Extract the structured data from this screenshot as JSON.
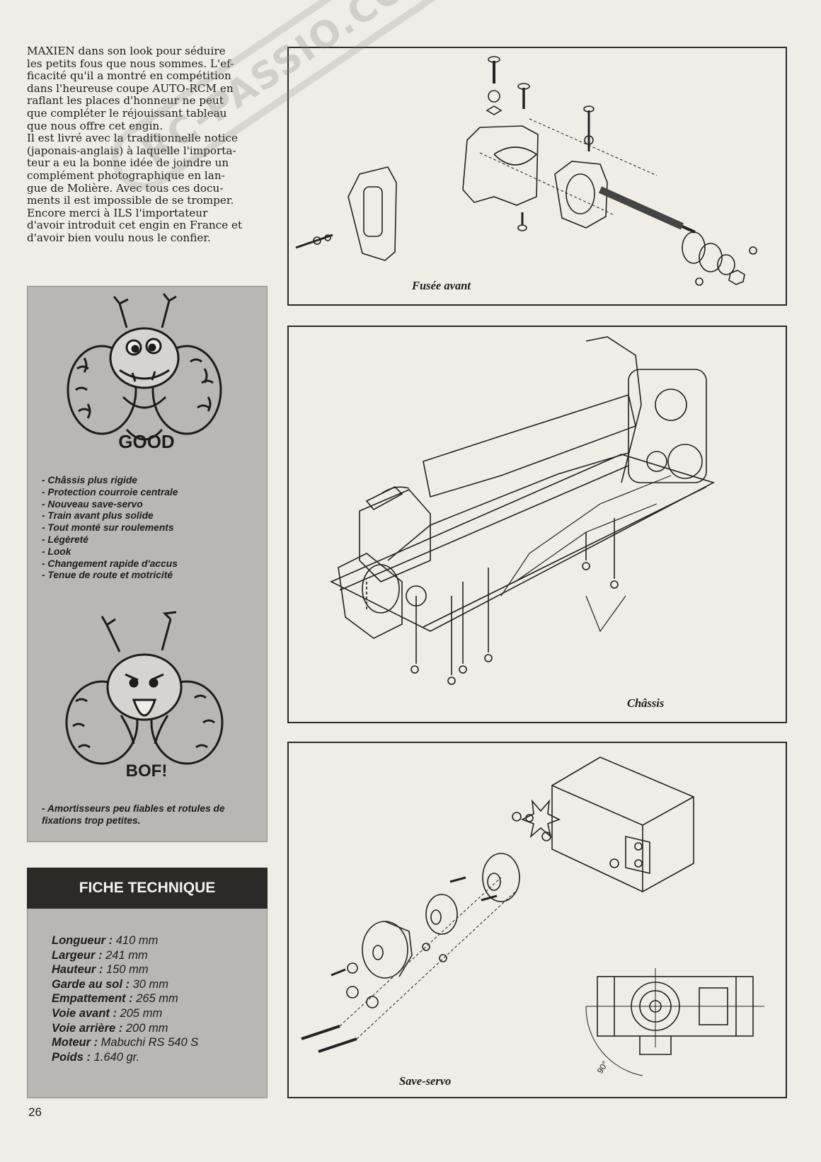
{
  "article": {
    "lines": [
      "MAXIEN dans son look pour séduire",
      "les petits fous que nous sommes. L'ef-",
      "ficacité qu'il a montré en compétition",
      "dans l'heureuse coupe AUTO-RCM en",
      "raflant les places d'honneur ne peut",
      "que compléter le réjouissant tableau",
      "que nous offre cet engin.",
      "Il est livré avec la traditionnelle notice",
      "(japonais-anglais) à laquelle l'importa-",
      "teur a eu la bonne idée de joindre un",
      "complément photographique en lan-",
      "gue de Molière. Avec tous ces docu-",
      "ments il est impossible de se tromper.",
      "Encore merci à ILS l'importateur",
      "d'avoir introduit cet engin en France et",
      "d'avoir bien voulu nous le confier."
    ]
  },
  "watermark": "RC-PASSIO.COM",
  "pros": {
    "creature_label": "GOOD",
    "items": [
      "- Châssis plus rigide",
      "- Protection courroie centrale",
      "- Nouveau save-servo",
      "- Train avant plus solide",
      "- Tout monté sur roulements",
      "- Légèreté",
      "- Look",
      "- Changement rapide d'accus",
      "- Tenue de route et motricité"
    ]
  },
  "cons": {
    "creature_label": "BOF!",
    "items": [
      "- Amortisseurs peu fiables et rotules de",
      "fixations trop petites."
    ]
  },
  "fiche": {
    "title": "FICHE TECHNIQUE",
    "specs": [
      {
        "label": "Longueur :",
        "value": " 410 mm"
      },
      {
        "label": "Largeur :",
        "value": " 241 mm"
      },
      {
        "label": "Hauteur :",
        "value": " 150 mm"
      },
      {
        "label": "Garde au sol :",
        "value": " 30 mm"
      },
      {
        "label": "Empattement :",
        "value": " 265 mm"
      },
      {
        "label": "Voie avant :",
        "value": " 205 mm"
      },
      {
        "label": "Voie arrière :",
        "value": " 200 mm"
      },
      {
        "label": "Moteur :",
        "value": " Mabuchi RS 540  S"
      },
      {
        "label": "Poids :",
        "value": " 1.640 gr."
      }
    ]
  },
  "figures": {
    "fusee": {
      "caption": "Fusée avant"
    },
    "chassis": {
      "caption": "Châssis"
    },
    "saveservo": {
      "caption": "Save-servo",
      "angle_label": "90°"
    }
  },
  "page_number": "26",
  "colors": {
    "panel": "#b9b7b3",
    "header": "#2b2a28",
    "paper": "#efede6",
    "ink": "#1c1c1c"
  }
}
